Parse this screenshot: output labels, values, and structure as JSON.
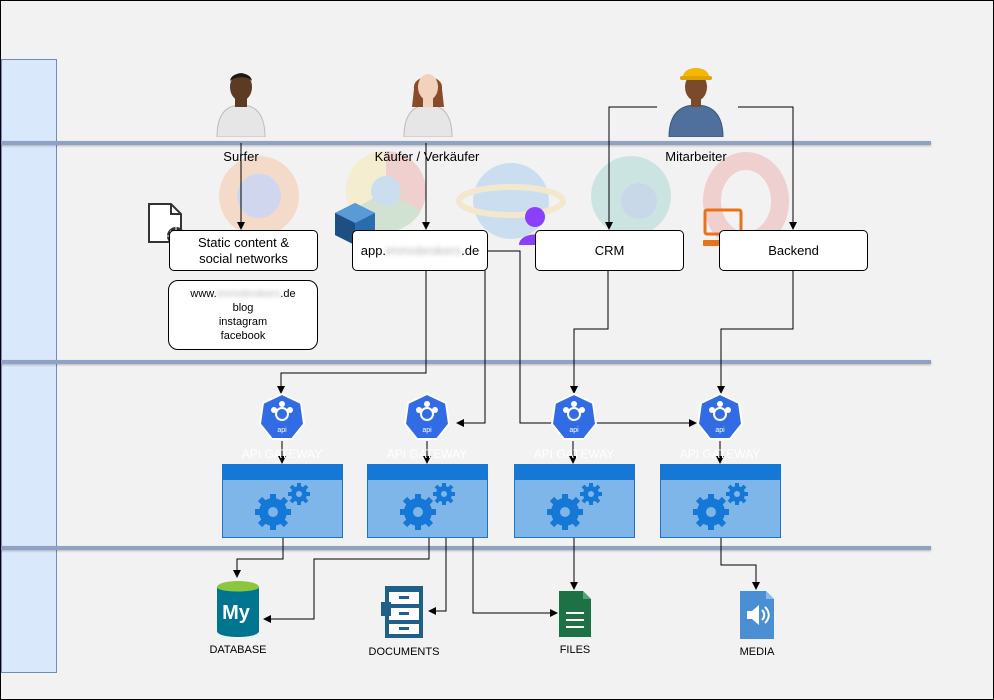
{
  "actors": [
    {
      "id": "surfer",
      "label": "Surfer"
    },
    {
      "id": "buyer",
      "label": "Käufer / Verkäufer"
    },
    {
      "id": "staff",
      "label": "Mitarbeiter"
    }
  ],
  "frontends": {
    "static": {
      "label_line1": "Static content &",
      "label_line2": "social networks"
    },
    "links": {
      "line1_prefix": "www.",
      "line1_blurred": "immobrokers",
      "line1_suffix": ".de",
      "line2": "blog",
      "line3": "instagram",
      "line4": "facebook"
    },
    "app": {
      "prefix": "app.",
      "blurred": "immobrokers",
      "suffix": ".de"
    },
    "crm": {
      "label": "CRM"
    },
    "backend": {
      "label": "Backend"
    }
  },
  "gateway_label": "API GATEWAY",
  "gateway_icon_text": "api",
  "stores": [
    {
      "id": "database",
      "label": "DATABASE"
    },
    {
      "id": "documents",
      "label": "DOCUMENTS"
    },
    {
      "id": "files",
      "label": "FILES"
    },
    {
      "id": "media",
      "label": "MEDIA"
    }
  ],
  "colors": {
    "lane_fill": "#dae8fc",
    "band": "#8fa2c4",
    "k8s_blue": "#326ce5",
    "service_fill": "#7fb6ea",
    "service_bar": "#1577d6",
    "mysql_blue": "#00758f",
    "files_green": "#1e7145",
    "media_blue": "#4a8fd4",
    "crm_purple": "#8a3ffc",
    "backend_orange": "#e8711a"
  }
}
